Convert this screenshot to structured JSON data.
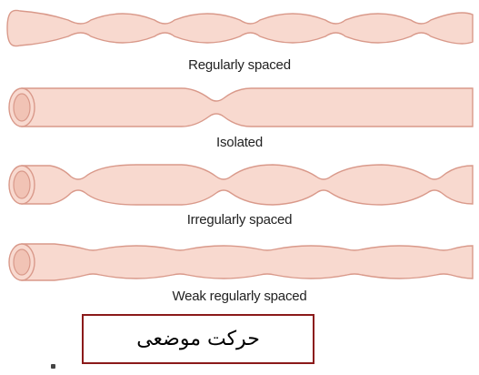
{
  "diagram": {
    "colors": {
      "fill": "#f8d9cf",
      "stroke": "#d9998a",
      "end_inner": "#f1c3b5"
    },
    "patterns": [
      {
        "id": "regular",
        "caption": "Regularly spaced",
        "shape": "regular-segments"
      },
      {
        "id": "isolated",
        "caption": "Isolated",
        "shape": "single-constriction"
      },
      {
        "id": "irregular",
        "caption": "Irregularly spaced",
        "shape": "irregular-segments"
      },
      {
        "id": "weak",
        "caption": "Weak regularly spaced",
        "shape": "shallow-regular-segments"
      }
    ],
    "label_box": {
      "text": "حرکت موضعی",
      "border_color": "#8b1a1a"
    }
  }
}
